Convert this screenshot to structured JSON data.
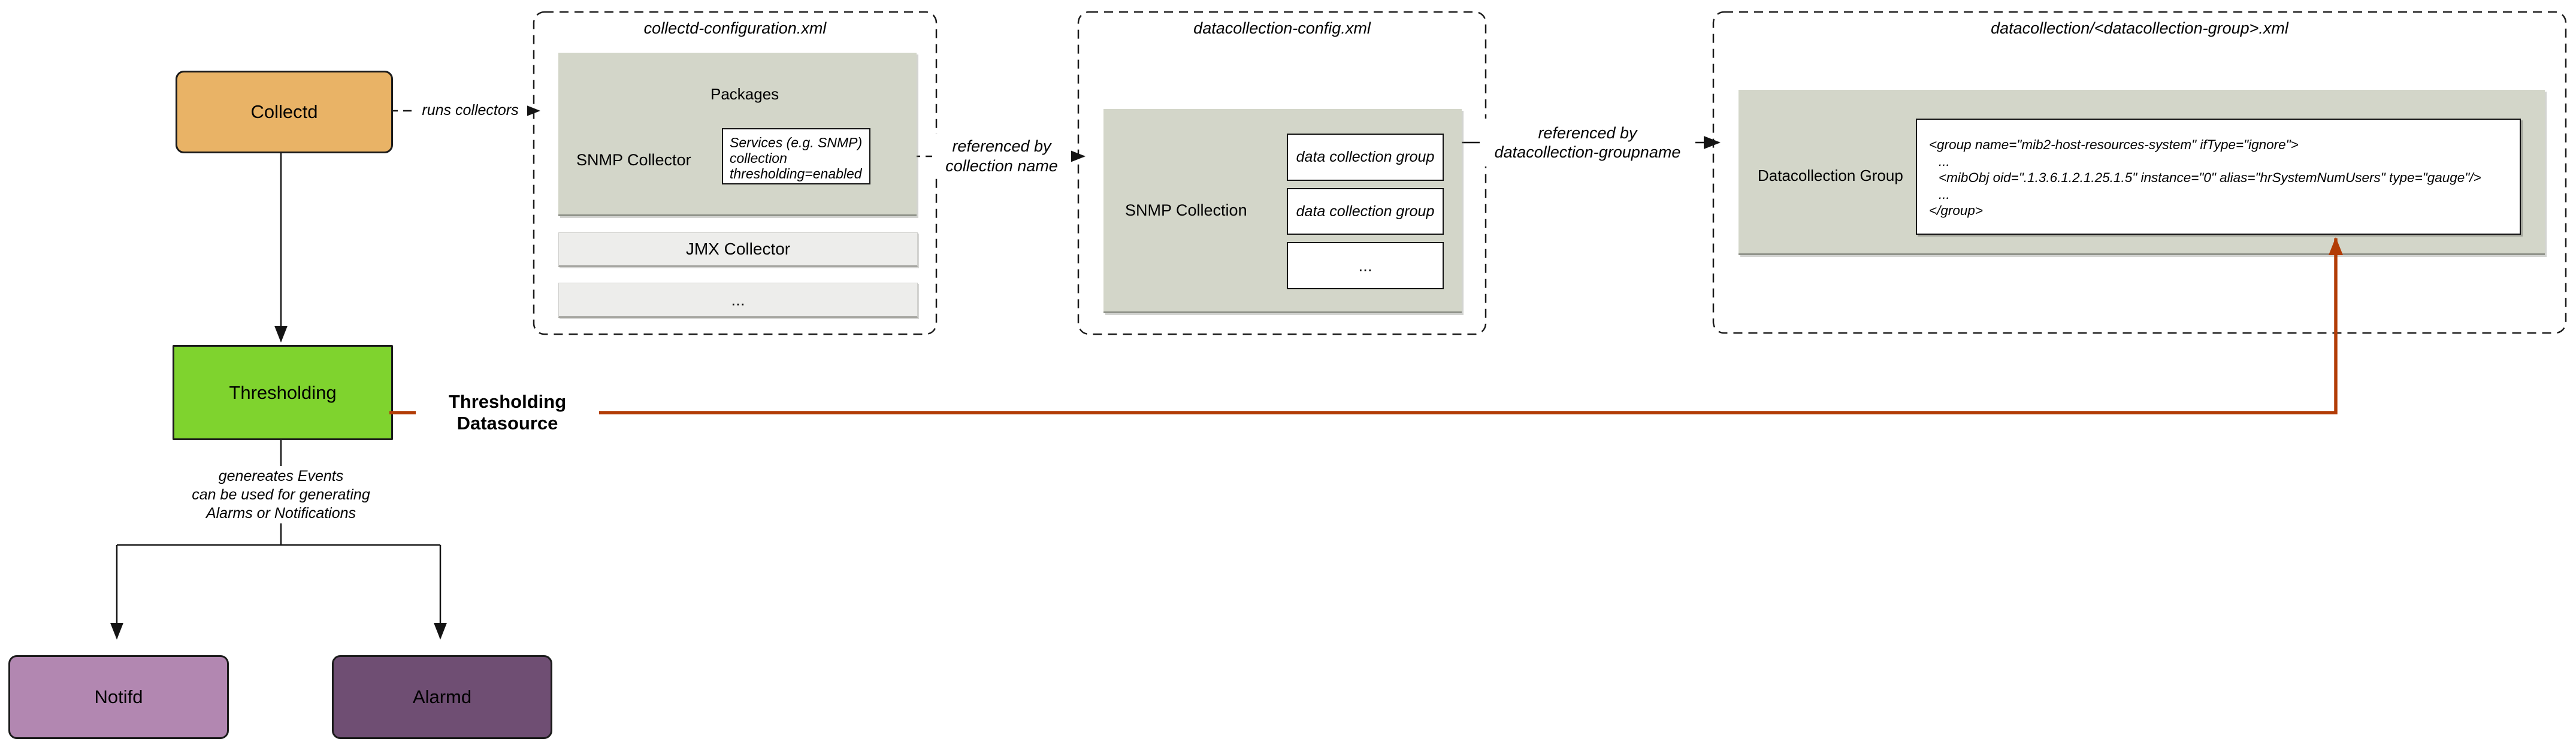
{
  "diagram": {
    "nodes": {
      "collectd": "Collectd",
      "thresholding": "Thresholding",
      "notifd": "Notifd",
      "alarmd": "Alarmd"
    },
    "collectd_config": {
      "title": "collectd-configuration.xml",
      "snmp_collector_label": "SNMP Collector",
      "packages_label": "Packages",
      "services_lines": [
        "Services (e.g. SNMP)",
        "collection",
        "thresholding=enabled"
      ],
      "jmx_collector_label": "JMX Collector",
      "more_collectors": "..."
    },
    "datacollection_config": {
      "title": "datacollection-config.xml",
      "snmp_collection_label": "SNMP Collection",
      "groups": [
        "data collection group",
        "data collection group",
        "..."
      ]
    },
    "datacollection_group_file": {
      "title": "datacollection/<datacollection-group>.xml",
      "group_label": "Datacollection Group",
      "xml_lines": [
        "<group name=\"mib2-host-resources-system\" ifType=\"ignore\">",
        "...",
        "<mibObj oid=\".1.3.6.1.2.1.25.1.5\" instance=\"0\" alias=\"hrSystemNumUsers\" type=\"gauge\"/>",
        "...",
        "</group>"
      ]
    },
    "edges": {
      "runs_collectors": "runs collectors",
      "ref_collection_line1": "referenced by",
      "ref_collection_line2": "collection name",
      "ref_group_line1": "referenced by",
      "ref_group_line2": "datacollection-groupname",
      "thresholding_datasource": "Thresholding Datasource",
      "events_line1": "genereates Events",
      "events_line2": "can be used for generating",
      "events_line3": "Alarms or Notifications"
    },
    "colors": {
      "collectd_fill": "#E9B366",
      "thresholding_fill": "#7FD32E",
      "notifd_fill": "#B287B1",
      "alarmd_fill": "#6F4E73",
      "panel_fill": "#D3D6C9",
      "subpanel_fill": "#EDEDEB",
      "datasource_line_red": "#B23C06"
    }
  }
}
